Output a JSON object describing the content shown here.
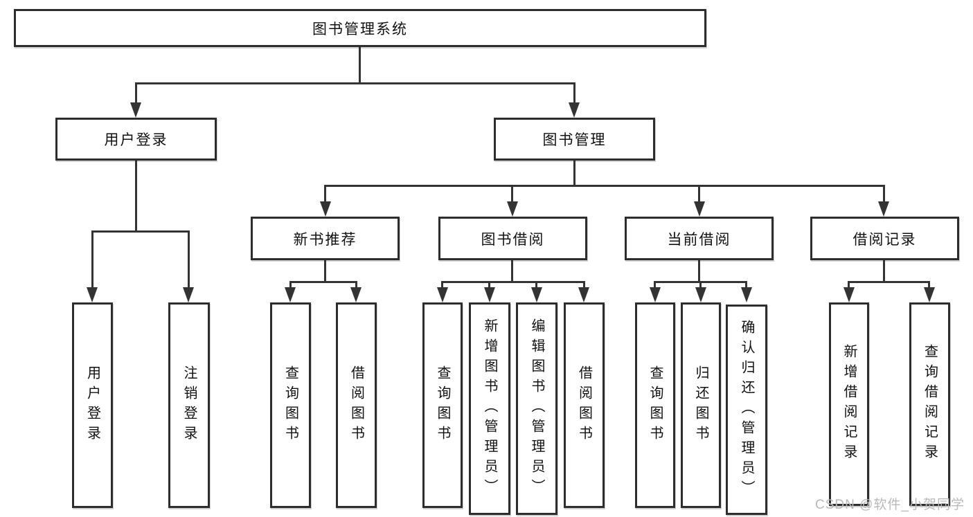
{
  "tree": {
    "label": "图书管理系统",
    "children": [
      {
        "label": "用户登录",
        "children": [
          {
            "label": "用户登录"
          },
          {
            "label": "注销登录"
          }
        ]
      },
      {
        "label": "图书管理",
        "children": [
          {
            "label": "新书推荐",
            "children": [
              {
                "label": "查询图书"
              },
              {
                "label": "借阅图书"
              }
            ]
          },
          {
            "label": "图书借阅",
            "children": [
              {
                "label": "查询图书"
              },
              {
                "label": "新增图书（管理员）"
              },
              {
                "label": "编辑图书（管理员）"
              },
              {
                "label": "借阅图书"
              }
            ]
          },
          {
            "label": "当前借阅",
            "children": [
              {
                "label": "查询图书"
              },
              {
                "label": "归还图书"
              },
              {
                "label": "确认归还（管理员）"
              }
            ]
          },
          {
            "label": "借阅记录",
            "children": [
              {
                "label": "新增借阅记录"
              },
              {
                "label": "查询借阅记录"
              }
            ]
          }
        ]
      }
    ]
  },
  "watermark": {
    "text": "CSDN @软件_小贺同学"
  },
  "colors": {
    "line": "#333333",
    "border": "#2d2d2d",
    "text": "#111111",
    "background": "#ffffff",
    "watermark": "#b9b9b9"
  }
}
